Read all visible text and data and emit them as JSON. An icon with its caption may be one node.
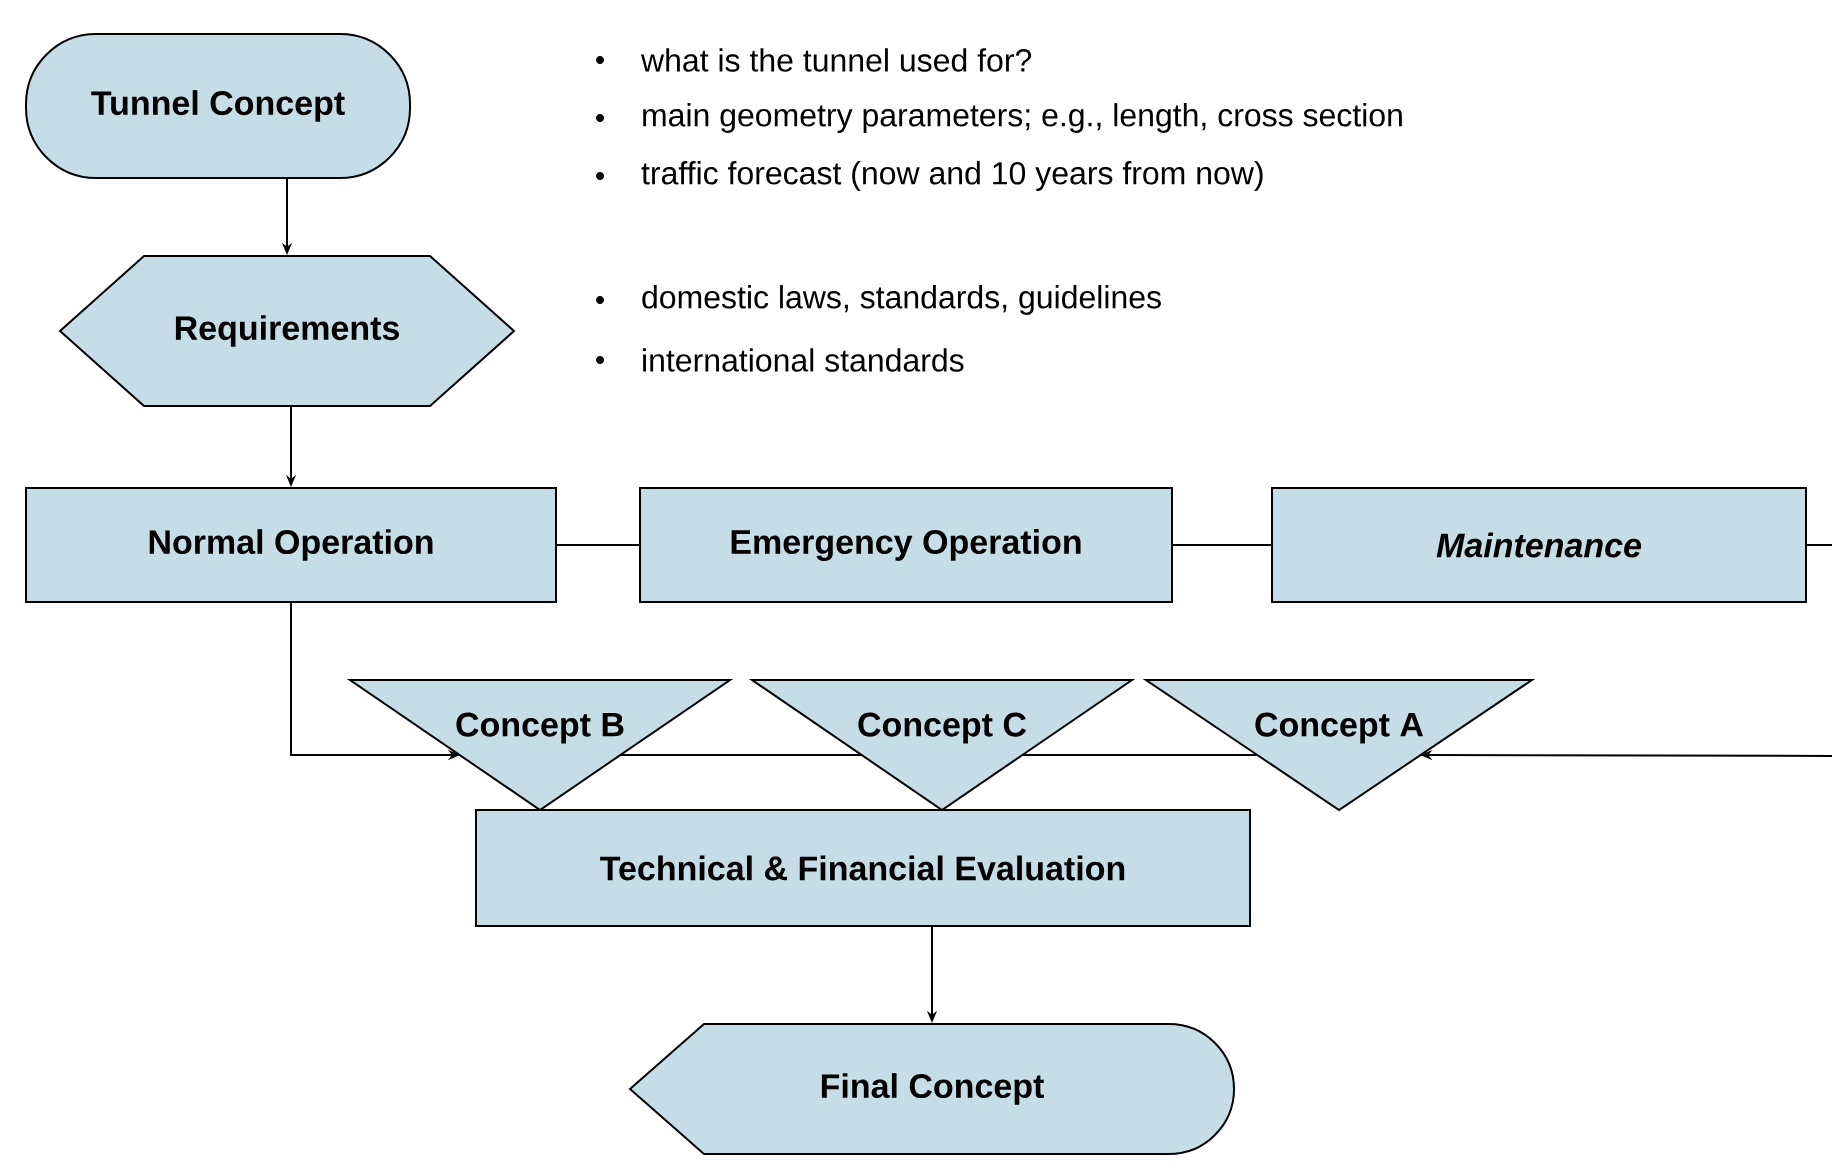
{
  "diagram": {
    "nodes": [
      {
        "text": [
          "Tunnel Concept"
        ]
      },
      {
        "text": [
          "Requirements"
        ]
      },
      {
        "text": [
          "Normal Operation"
        ]
      },
      {
        "text": [
          "Emergency Operation"
        ]
      },
      {
        "text": [
          "*Maintenance*"
        ]
      },
      {
        "text": [
          "Concept B"
        ]
      },
      {
        "text": [
          "Concept C"
        ]
      },
      {
        "text": [
          "Concept A"
        ]
      },
      {
        "text": [
          "Technical & Financial Evaluation"
        ]
      },
      {
        "text": [
          "Final Concept"
        ]
      }
    ],
    "edges": [
      {
        "from": 0,
        "to": 1,
        "arrow": "to"
      },
      {
        "from": 1,
        "to": 2,
        "arrow": "to"
      },
      {
        "from": 2,
        "to": 3,
        "arrow": "none"
      },
      {
        "from": 3,
        "to": 4,
        "arrow": "none"
      },
      {
        "from": 4,
        "to": null,
        "arrow": "none"
      },
      {
        "from": 2,
        "to": 5,
        "arrow": "to"
      },
      {
        "from": 5,
        "to": 6,
        "arrow": "none"
      },
      {
        "from": 6,
        "to": 7,
        "arrow": "none"
      },
      {
        "from": null,
        "to": 7,
        "arrow": "to"
      },
      {
        "from": 8,
        "to": 9,
        "arrow": "to"
      }
    ],
    "labels": [
      "what is the tunnel used for?",
      "main geometry parameters; e.g., length, cross section",
      "traffic forecast (now and 10 years from now)",
      "domestic laws, standards, guidelines",
      "international standards"
    ]
  }
}
